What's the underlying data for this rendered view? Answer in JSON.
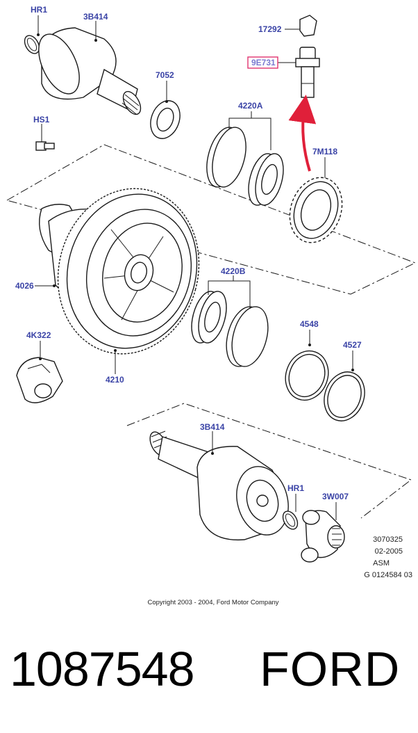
{
  "diagram": {
    "labels": {
      "hr1_top": "HR1",
      "b414_top": "3B414",
      "p7052": "7052",
      "p17292": "17292",
      "p9e731": "9E731",
      "hs1": "HS1",
      "p4220a": "4220A",
      "p7m118": "7M118",
      "p4026": "4026",
      "p4220b": "4220B",
      "p4k322": "4K322",
      "p4210": "4210",
      "p4548": "4548",
      "p4527": "4527",
      "b414_bottom": "3B414",
      "hr1_bottom": "HR1",
      "p3w007": "3W007"
    },
    "info": {
      "code": "3070325",
      "date": "02-2005",
      "type": "ASM",
      "ref": "G 0124584 03"
    },
    "copyright": "Copyright 2003 - 2004, Ford Motor Company",
    "highlight_color": "#e0336f",
    "label_color": "#3a43a6"
  },
  "footer": {
    "part_number": "1087548",
    "brand": "FORD"
  }
}
